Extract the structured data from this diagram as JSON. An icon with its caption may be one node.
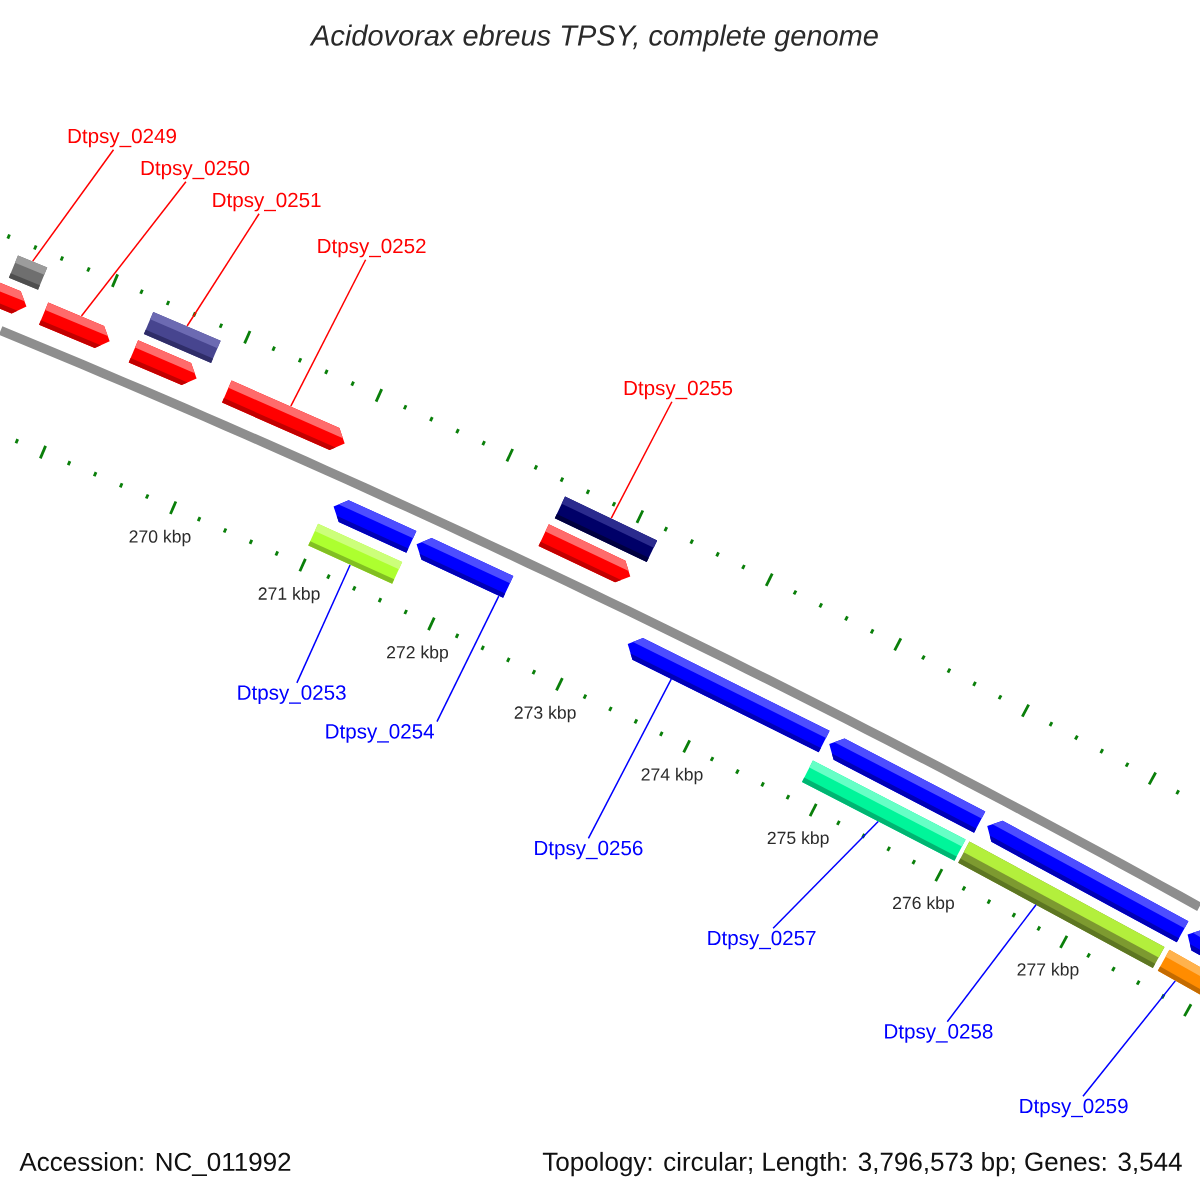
{
  "diagram": {
    "title": "Acidovorax ebreus TPSY, complete genome",
    "nodes": [
      {
        "text": [
          "Dtpsy_0249"
        ]
      },
      {
        "text": [
          "Dtpsy_0250"
        ]
      },
      {
        "text": [
          "Dtpsy_0251"
        ]
      },
      {
        "text": [
          "Dtpsy_0252"
        ]
      },
      {
        "text": [
          "Dtpsy_0255"
        ]
      },
      {
        "text": [
          "Dtpsy_0253"
        ]
      },
      {
        "text": [
          "Dtpsy_0254"
        ]
      },
      {
        "text": [
          "Dtpsy_0256"
        ]
      },
      {
        "text": [
          "Dtpsy_0257"
        ]
      },
      {
        "text": [
          "Dtpsy_0258"
        ]
      },
      {
        "text": [
          "Dtpsy_0259"
        ]
      },
      {
        "text": [],
        "shape": "pentagon"
      },
      {
        "text": [],
        "shape": "bar"
      },
      {
        "text": [],
        "shape": "pentagon"
      },
      {
        "text": [],
        "shape": "pentagon"
      },
      {
        "text": [],
        "shape": "bar"
      },
      {
        "text": [],
        "shape": "pentagon"
      },
      {
        "text": [],
        "shape": "bar"
      },
      {
        "text": [],
        "shape": "pentagon"
      },
      {
        "text": [],
        "shape": "pentagon"
      },
      {
        "text": [],
        "shape": "pentagon"
      },
      {
        "text": [],
        "shape": "bar"
      },
      {
        "text": [],
        "shape": "pentagon"
      },
      {
        "text": [],
        "shape": "bar"
      },
      {
        "text": [],
        "shape": "pentagon"
      },
      {
        "text": [],
        "shape": "bar"
      },
      {
        "text": [],
        "shape": "pentagon"
      },
      {
        "text": [],
        "shape": "bar"
      },
      {
        "text": [],
        "shape": "pentagon"
      }
    ],
    "edges": [
      {
        "from": 0,
        "to": 12,
        "arrow": "none",
        "color": "#ff0000"
      },
      {
        "from": 1,
        "to": 13,
        "arrow": "none",
        "color": "#ff0000"
      },
      {
        "from": 2,
        "to": 15,
        "arrow": "none",
        "color": "#ff0000"
      },
      {
        "from": 3,
        "to": 16,
        "arrow": "none",
        "color": "#ff0000"
      },
      {
        "from": 4,
        "to": 21,
        "arrow": "none",
        "color": "#ff0000"
      },
      {
        "from": 5,
        "to": 17,
        "arrow": "none"
      },
      {
        "from": 6,
        "to": 19,
        "arrow": "none"
      },
      {
        "from": 7,
        "to": 22,
        "arrow": "none"
      },
      {
        "from": 8,
        "to": 23,
        "arrow": "none"
      },
      {
        "from": 9,
        "to": 25,
        "arrow": "none"
      },
      {
        "from": 10,
        "to": 27,
        "arrow": "none"
      }
    ],
    "labels": [
      "270 kbp",
      "271 kbp",
      "272 kbp",
      "273 kbp",
      "274 kbp",
      "275 kbp",
      "276 kbp",
      "277 kbp",
      "Accession: NC_011992",
      "Topology: circular; Length: 3,796,573 bp; Genes: 3,544"
    ]
  }
}
